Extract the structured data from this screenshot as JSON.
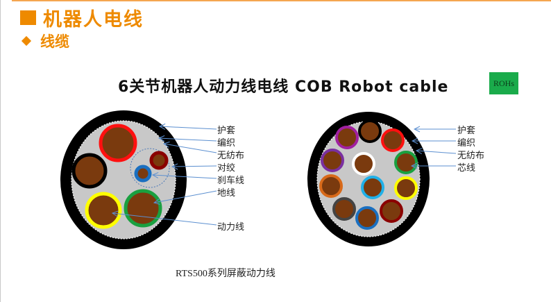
{
  "page": {
    "heading": "机器人电线",
    "subheading": "线缆",
    "title": "6关节机器人动力线电线  COB Robot cable",
    "badge": "ROHs",
    "caption": "RTS500系列屏蔽动力线",
    "accent_color": "#ee8a00",
    "badge_color": "#1aab4b"
  },
  "left_cable": {
    "labels": [
      "护套",
      "编织",
      "无纺布",
      "对绞",
      "刹车线",
      "地线",
      "动力线"
    ],
    "cores": [
      {
        "ring": "#ff1010",
        "role": "power"
      },
      {
        "ring": "#000000",
        "role": "power"
      },
      {
        "ring": "#ffff00",
        "role": "power"
      },
      {
        "ring": "#1aa040",
        "role": "ground"
      },
      {
        "ring": "#8b0000",
        "role": "twisted-pair"
      },
      {
        "ring": "#1a6fc0",
        "role": "brake"
      }
    ]
  },
  "right_cable": {
    "labels": [
      "护套",
      "编织",
      "无纺布",
      "芯线"
    ],
    "cores": [
      {
        "ring": "#000000"
      },
      {
        "ring": "#ff1010"
      },
      {
        "ring": "#1aa040"
      },
      {
        "ring": "#ffff00"
      },
      {
        "ring": "#8b0000"
      },
      {
        "ring": "#1a6fc0"
      },
      {
        "ring": "#444444"
      },
      {
        "ring": "#d86a1a"
      },
      {
        "ring": "#7a30a0"
      },
      {
        "ring": "#a020a0"
      },
      {
        "ring": "#ffffff"
      },
      {
        "ring": "#20b0e8"
      }
    ]
  }
}
